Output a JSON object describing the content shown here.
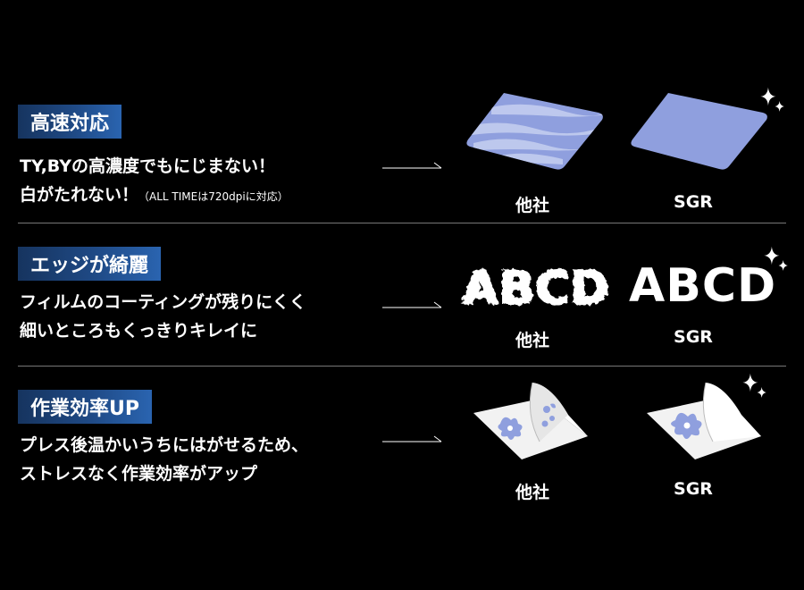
{
  "rows": [
    {
      "badge": "高速対応",
      "line1": "TY,BYの高濃度でもにじまない！",
      "line2": "白がたれない！",
      "line2_note": "（ALL TIMEは720dpiに対応）",
      "left_label": "他社",
      "right_label": "SGR"
    },
    {
      "badge": "エッジが綺麗",
      "line1": "フィルムのコーティングが残りにくく",
      "line2": "細いところもくっきりキレイに",
      "sample_text": "ABCD",
      "left_label": "他社",
      "right_label": "SGR"
    },
    {
      "badge": "作業効率UP",
      "line1": "プレス後温かいうちにはがせるため、",
      "line2": "ストレスなく作業効率がアップ",
      "left_label": "他社",
      "right_label": "SGR"
    }
  ],
  "colors": {
    "background": "#000000",
    "badge_gradient_start": "#16345f",
    "badge_gradient_end": "#2a64b0",
    "sample_fill": "#8f9fde",
    "sample_fill_light": "#b6c2ee",
    "divider": "#777777"
  },
  "icons": [
    "sparkle-icon",
    "arrow-right-icon"
  ]
}
